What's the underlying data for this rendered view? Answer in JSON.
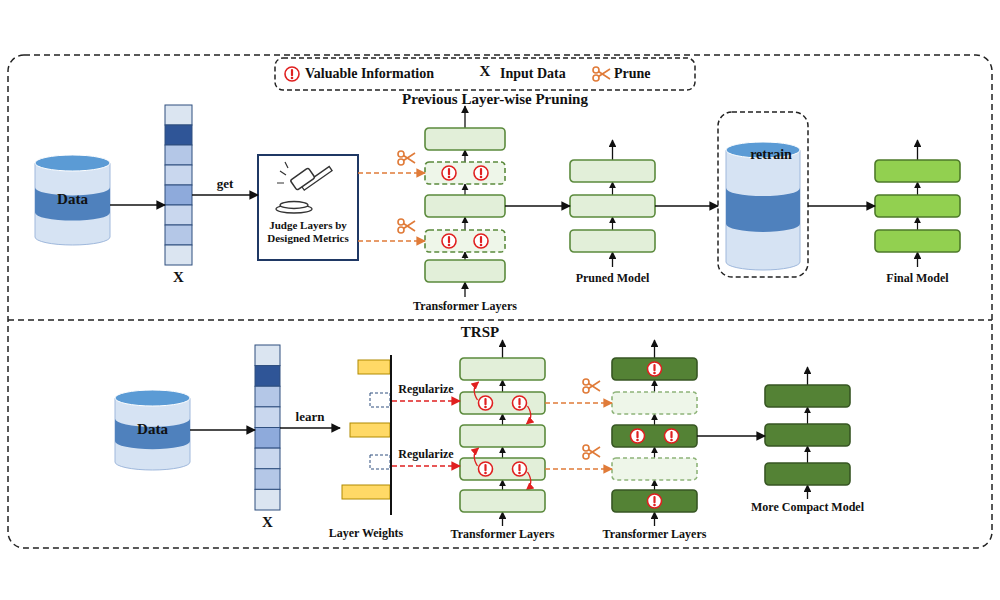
{
  "diagram": {
    "nodes": [
      {
        "text": [
          "Data"
        ]
      },
      {
        "text": [
          "X"
        ]
      },
      {
        "text": [
          "Judge Layers by Designed Metrics"
        ]
      },
      {
        "text": [
          "Transformer Layers"
        ]
      },
      {
        "text": [
          "Pruned Model"
        ]
      },
      {
        "text": [
          "retrain"
        ]
      },
      {
        "text": [
          "Data"
        ],
        "in": 5
      },
      {
        "text": [
          "Final Model"
        ]
      },
      {
        "text": [
          "Data"
        ]
      },
      {
        "text": [
          "X"
        ]
      },
      {
        "text": [
          "Layer Weights"
        ]
      },
      {
        "text": [
          "Transformer Layers"
        ]
      },
      {
        "text": [
          "Transformer Layers"
        ]
      },
      {
        "text": [
          "More Compact Model"
        ]
      }
    ],
    "edges": [
      {
        "from": 0,
        "to": 1,
        "arrow": "to"
      },
      {
        "from": 1,
        "to": 2,
        "label": "get",
        "arrow": "to"
      },
      {
        "from": 2,
        "to": 3,
        "arrow": "to"
      },
      {
        "from": 2,
        "to": 3,
        "arrow": "to"
      },
      {
        "from": 3,
        "to": 4,
        "arrow": "to"
      },
      {
        "from": 4,
        "to": 5,
        "arrow": "to"
      },
      {
        "from": 5,
        "to": 7,
        "arrow": "to"
      },
      {
        "from": 8,
        "to": 9,
        "arrow": "to"
      },
      {
        "from": 9,
        "to": 10,
        "label": "learn",
        "arrow": "to"
      },
      {
        "from": 10,
        "to": 11,
        "label": "Regularize",
        "arrow": "to"
      },
      {
        "from": 10,
        "to": 11,
        "label": "Regularize",
        "arrow": "to"
      },
      {
        "from": 11,
        "to": 12,
        "arrow": "to"
      },
      {
        "from": 11,
        "to": 12,
        "arrow": "to"
      },
      {
        "from": 12,
        "to": 13,
        "arrow": "to"
      }
    ],
    "labels": [
      "X",
      "Previous Layer-wise Pruning",
      "TRSP"
    ],
    "legend": [
      {
        "text": "Valuable Information"
      },
      {
        "text": "Input Data"
      },
      {
        "text": "Prune"
      }
    ]
  }
}
